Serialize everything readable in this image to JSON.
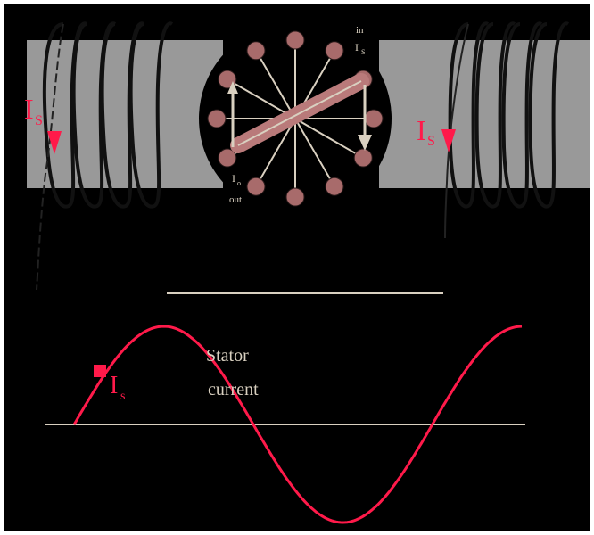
{
  "colors": {
    "background": "#000000",
    "core": "#999999",
    "wire": "#111111",
    "conductor": "#a86b6b",
    "current_marker": "#ff1a4a",
    "text_light": "#d9d0c0",
    "rotor_bar": "#b97a7a"
  },
  "labels": {
    "left_stator_current": "I",
    "left_stator_subscript": "S",
    "right_stator_current": "I",
    "right_stator_subscript": "S",
    "rotor_top_label": "in",
    "rotor_top_sub": "I",
    "rotor_top_subsub": "S",
    "rotor_bottom_label": "I",
    "rotor_bottom_sub": "o",
    "rotor_bottom_extra": "out",
    "graph_current": "I",
    "graph_current_sub": "s",
    "graph_caption_line1": "Stator",
    "graph_caption_line2": "current"
  },
  "icons": {
    "current_arrow": "red-down-arrow-icon",
    "current_marker": "red-square-icon"
  },
  "waveform": {
    "description_type": "sine",
    "cycles": 1.25
  }
}
